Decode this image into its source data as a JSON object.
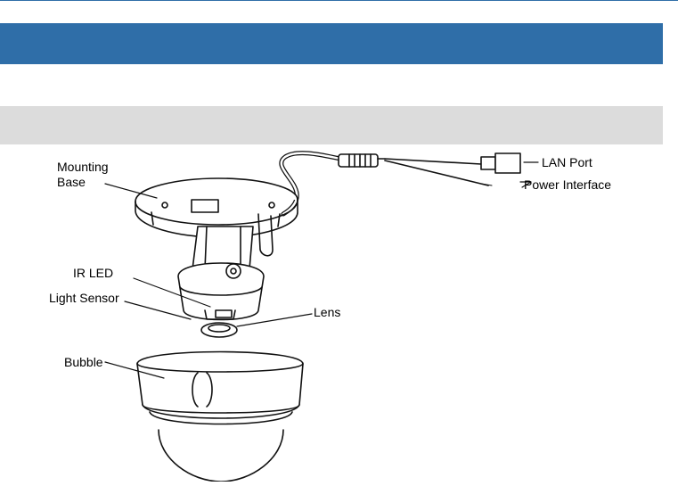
{
  "figure": {
    "labels": {
      "mounting_base": "Mounting",
      "mounting_base_2": "Base",
      "ir_led": "IR LED",
      "light_sensor": "Light Sensor",
      "lens": "Lens",
      "bubble": "Bubble",
      "lan_port": "LAN Port",
      "power_interface": "Power Interface"
    }
  },
  "colors": {
    "header_blue": "#2f6ea8",
    "section_gray": "#dcdcdc"
  }
}
